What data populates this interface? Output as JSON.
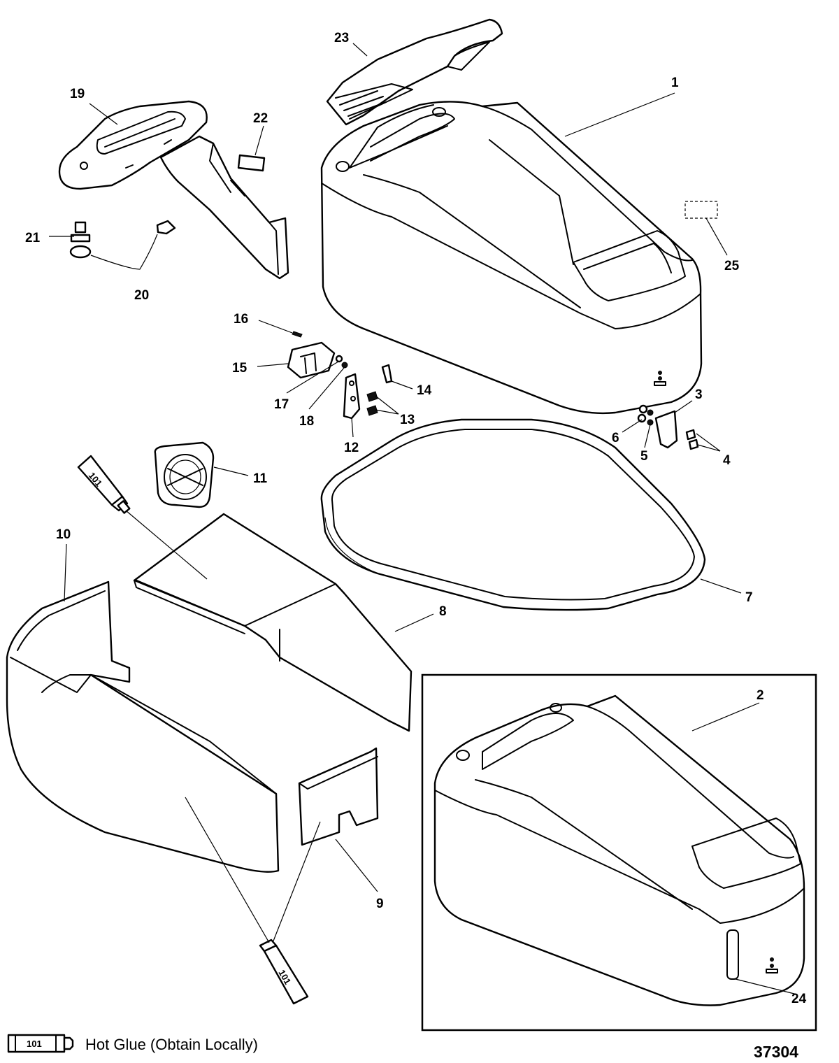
{
  "parts": [
    {
      "ref": "1"
    },
    {
      "ref": "2"
    },
    {
      "ref": "3"
    },
    {
      "ref": "4"
    },
    {
      "ref": "5"
    },
    {
      "ref": "6"
    },
    {
      "ref": "7"
    },
    {
      "ref": "8"
    },
    {
      "ref": "9"
    },
    {
      "ref": "10"
    },
    {
      "ref": "11"
    },
    {
      "ref": "12"
    },
    {
      "ref": "13"
    },
    {
      "ref": "14"
    },
    {
      "ref": "15"
    },
    {
      "ref": "16"
    },
    {
      "ref": "17"
    },
    {
      "ref": "18"
    },
    {
      "ref": "19"
    },
    {
      "ref": "20"
    },
    {
      "ref": "21"
    },
    {
      "ref": "22"
    },
    {
      "ref": "23"
    },
    {
      "ref": "24"
    },
    {
      "ref": "25"
    }
  ],
  "tube_label": "101",
  "legend": {
    "code": "101",
    "text": "Hot Glue (Obtain Locally)"
  },
  "figure_number": "37304"
}
